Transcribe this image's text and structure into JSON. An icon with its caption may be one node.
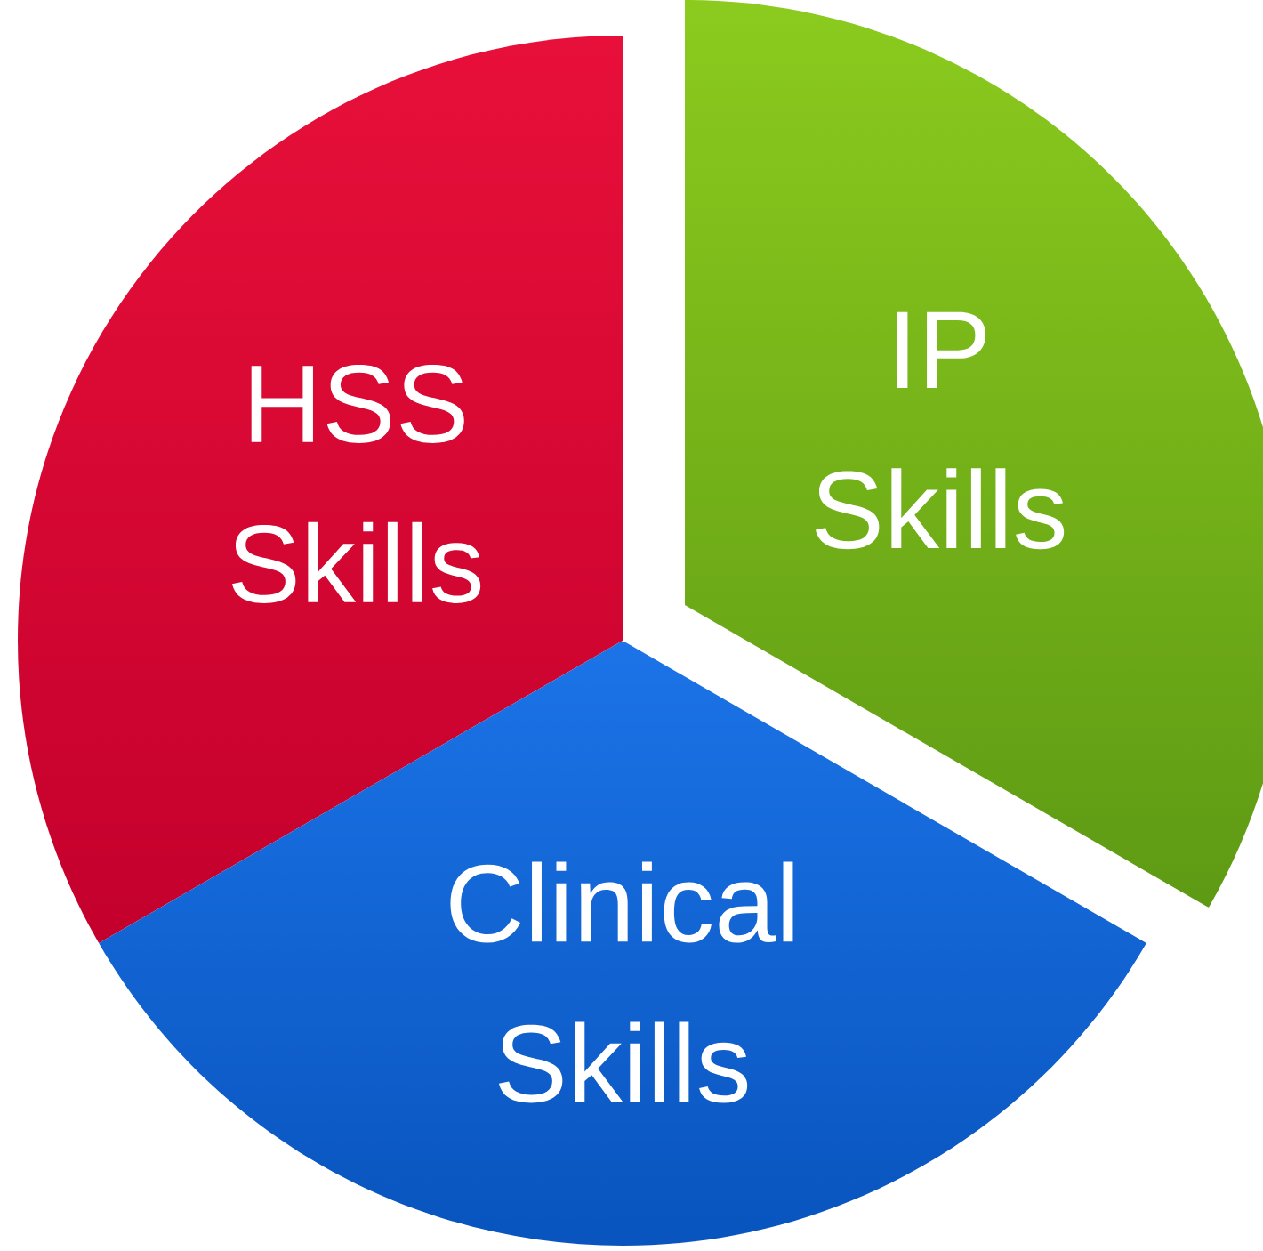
{
  "diagram": {
    "nodes": [
      {
        "text": [
          "HSS Skills"
        ]
      },
      {
        "text": [
          "IP Skills"
        ]
      },
      {
        "text": [
          "Clinical Skills"
        ]
      }
    ]
  }
}
